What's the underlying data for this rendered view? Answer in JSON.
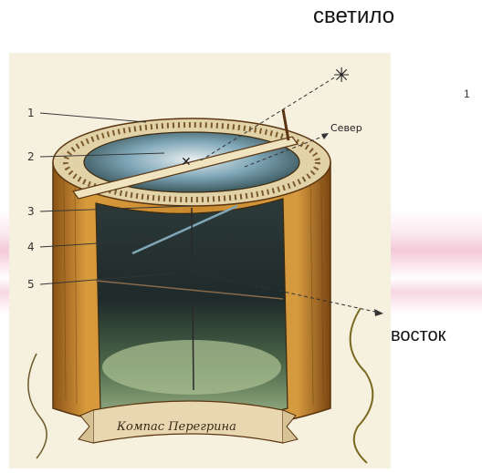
{
  "labels": {
    "top": "светило",
    "right": "восток",
    "corner": "1"
  },
  "figure": {
    "callouts": [
      "1",
      "2",
      "3",
      "4",
      "5"
    ],
    "north_label": "Север",
    "banner_text": "Компас Перегрина"
  },
  "colors": {
    "wood": "#c9892f",
    "wood_dark": "#7a4a16",
    "water": "#5f7d55",
    "sky_tint": "#7fa7b8",
    "ring": "#e2d2a8",
    "paper": "#f6f0df"
  }
}
